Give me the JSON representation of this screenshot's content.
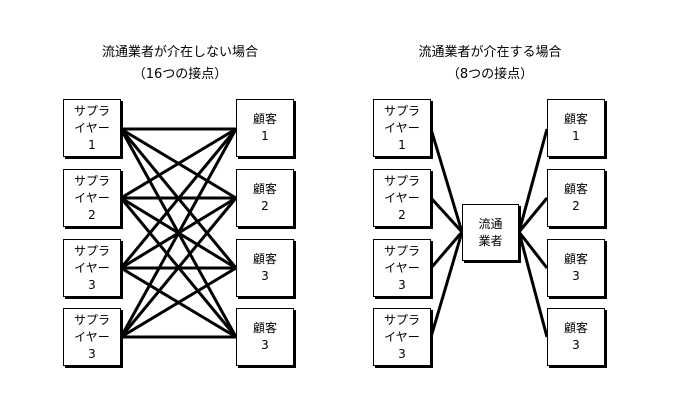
{
  "left_panel": {
    "title": "流通業者が介在しない場合",
    "subtitle": "（16つの接点）",
    "suppliers": [
      {
        "line1": "サプラ",
        "line2": "イヤー",
        "line3": "1"
      },
      {
        "line1": "サプラ",
        "line2": "イヤー",
        "line3": "2"
      },
      {
        "line1": "サプラ",
        "line2": "イヤー",
        "line3": "3"
      },
      {
        "line1": "サプラ",
        "line2": "イヤー",
        "line3": "3"
      }
    ],
    "customers": [
      {
        "line1": "顧客",
        "line2": "1"
      },
      {
        "line1": "顧客",
        "line2": "2"
      },
      {
        "line1": "顧客",
        "line2": "3"
      },
      {
        "line1": "顧客",
        "line2": "3"
      }
    ]
  },
  "right_panel": {
    "title": "流通業者が介在する場合",
    "subtitle": "（8つの接点）",
    "middleman": {
      "line1": "流通",
      "line2": "業者"
    },
    "suppliers": [
      {
        "line1": "サプラ",
        "line2": "イヤー",
        "line3": "1"
      },
      {
        "line1": "サプラ",
        "line2": "イヤー",
        "line3": "2"
      },
      {
        "line1": "サプラ",
        "line2": "イヤー",
        "line3": "3"
      },
      {
        "line1": "サプラ",
        "line2": "イヤー",
        "line3": "3"
      }
    ],
    "customers": [
      {
        "line1": "顧客",
        "line2": "1"
      },
      {
        "line1": "顧客",
        "line2": "2"
      },
      {
        "line1": "顧客",
        "line2": "3"
      },
      {
        "line1": "顧客",
        "line2": "3"
      }
    ]
  }
}
